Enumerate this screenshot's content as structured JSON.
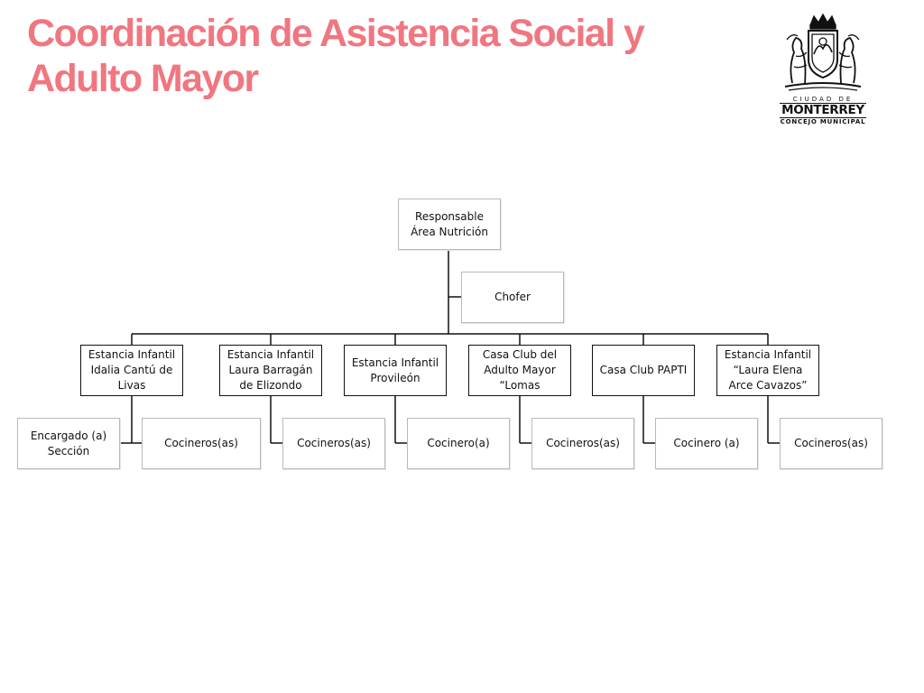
{
  "header": {
    "title_line1": "Coordinación de Asistencia Social y",
    "title_line2": "Adulto Mayor"
  },
  "logo": {
    "line1": "CIUDAD DE",
    "line2": "MONTERREY",
    "line3": "CONCEJO MUNICIPAL"
  },
  "org": {
    "root": "Responsable Área Nutrición",
    "assistant": "Chofer",
    "units": [
      {
        "label": "Estancia Infantil Idalia Cantú de Livas",
        "children": [
          "Encargado (a) Sección",
          "Cocineros(as)"
        ]
      },
      {
        "label": "Estancia Infantil Laura Barragán de Elizondo",
        "children": [
          "Cocineros(as)"
        ]
      },
      {
        "label": "Estancia Infantil Provileón",
        "children": [
          "Cocinero(a)"
        ]
      },
      {
        "label": "Casa Club del Adulto Mayor “Lomas",
        "children": [
          "Cocineros(as)"
        ]
      },
      {
        "label": "Casa Club PAPTI",
        "children": [
          "Cocinero (a)"
        ]
      },
      {
        "label": "Estancia Infantil “Laura Elena Arce Cavazos”",
        "children": [
          "Cocineros(as)"
        ]
      }
    ]
  },
  "colors": {
    "title": "#f07680",
    "line": "#111111",
    "light_border": "#b9b9b9"
  }
}
